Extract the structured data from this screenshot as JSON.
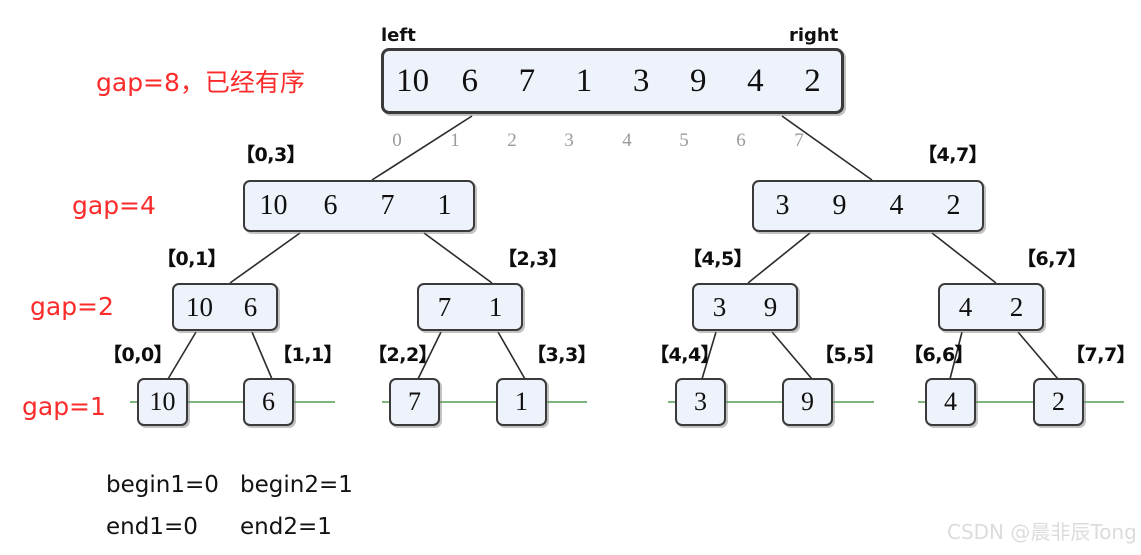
{
  "diagram": {
    "title_endpoints": {
      "left": "left",
      "right": "right"
    },
    "watermark": "CSDN @晨非辰Tong",
    "gap_labels": {
      "gap8": "gap=8，已经有序",
      "gap4": "gap=4",
      "gap2": "gap=2",
      "gap1": "gap=1"
    },
    "indices": [
      "0",
      "1",
      "2",
      "3",
      "4",
      "5",
      "6",
      "7"
    ],
    "levels": {
      "root": {
        "values": [
          "10",
          "6",
          "7",
          "1",
          "3",
          "9",
          "4",
          "2"
        ]
      },
      "level2": [
        {
          "range": "【0,3】",
          "values": [
            "10",
            "6",
            "7",
            "1"
          ]
        },
        {
          "range": "【4,7】",
          "values": [
            "3",
            "9",
            "4",
            "2"
          ]
        }
      ],
      "level3": [
        {
          "range": "【0,1】",
          "values": [
            "10",
            "6"
          ]
        },
        {
          "range": "【2,3】",
          "values": [
            "7",
            "1"
          ]
        },
        {
          "range": "【4,5】",
          "values": [
            "3",
            "9"
          ]
        },
        {
          "range": "【6,7】",
          "values": [
            "4",
            "2"
          ]
        }
      ],
      "leaves": [
        {
          "range": "【0,0】",
          "value": "10"
        },
        {
          "range": "【1,1】",
          "value": "6"
        },
        {
          "range": "【2,2】",
          "value": "7"
        },
        {
          "range": "【3,3】",
          "value": "1"
        },
        {
          "range": "【4,4】",
          "value": "3"
        },
        {
          "range": "【5,5】",
          "value": "9"
        },
        {
          "range": "【6,6】",
          "value": "4"
        },
        {
          "range": "【7,7】",
          "value": "2"
        }
      ]
    },
    "footer": {
      "begin1": "begin1=0",
      "begin2": "begin2=1",
      "end1": "end1=0",
      "end2": "end2=1"
    },
    "colors": {
      "accent_red": "#fc2b2b",
      "box_fill": "#eef2fa",
      "box_border": "#3a3a3a",
      "leaf_line_green": "#7cb67c",
      "index_gray": "#9a9a9a",
      "watermark_gray": "#dcdcdc"
    }
  }
}
